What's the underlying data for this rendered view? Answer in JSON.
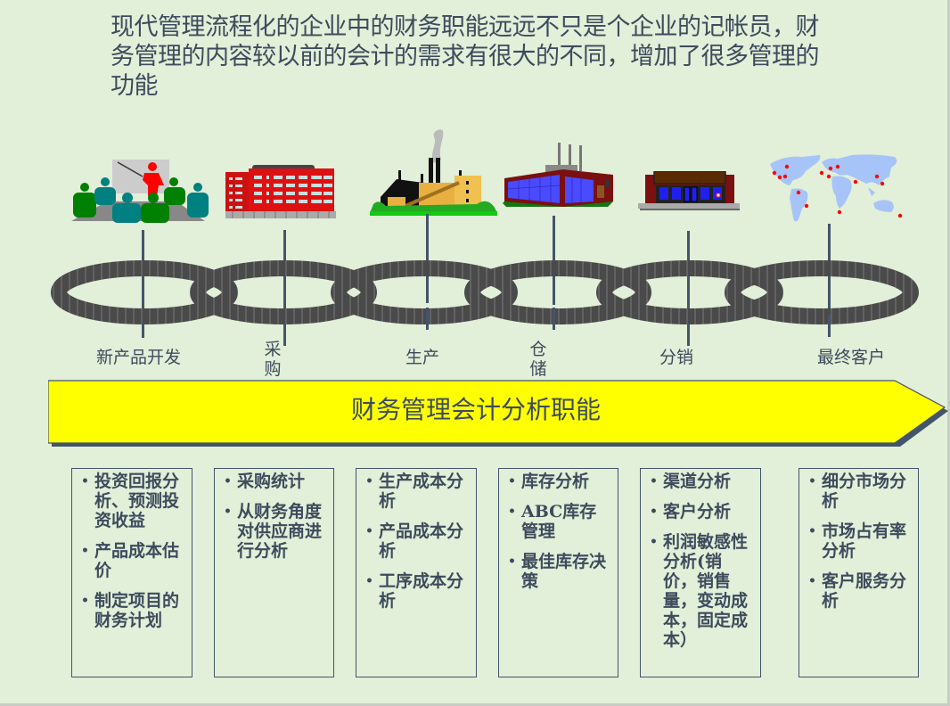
{
  "slide": {
    "title": "现代管理流程化的企业中的财务职能远远不只是个企业的记帐员，财务管理的内容较以前的会计的需求有很大的不同，增加了很多管理的功能",
    "background_color": "#e2efd9",
    "text_color": "#3d4b5c"
  },
  "value_chain": {
    "stages": [
      {
        "label": "新产品开发",
        "icon": "presentation-meeting-icon"
      },
      {
        "label": "采购",
        "icon": "office-building-icon"
      },
      {
        "label": "生产",
        "icon": "factory-smokestack-icon"
      },
      {
        "label": "仓储",
        "icon": "warehouse-icon"
      },
      {
        "label": "分销",
        "icon": "storefront-icon"
      },
      {
        "label": "最终客户",
        "icon": "world-map-icon"
      }
    ],
    "chain_color": "#4a4a4a"
  },
  "banner": {
    "label": "财务管理会计分析职能",
    "fill_color": "#ffff00",
    "shadow_color": "#44546a"
  },
  "functions": [
    {
      "stage": "新产品开发",
      "items": [
        "投资回报分析、预测投资收益",
        "产品成本估价",
        "制定项目的财务计划"
      ]
    },
    {
      "stage": "采购",
      "items": [
        "采购统计",
        "从财务角度对供应商进行分析"
      ]
    },
    {
      "stage": "生产",
      "items": [
        "生产成本分析",
        "产品成本分析",
        "工序成本分析"
      ]
    },
    {
      "stage": "仓储",
      "items": [
        "库存分析",
        "ABC库存管理",
        "最佳库存决策"
      ]
    },
    {
      "stage": "分销",
      "items": [
        "渠道分析",
        "客户分析",
        "利润敏感性分析(销价，销售量，变动成本，固定成本）"
      ]
    },
    {
      "stage": "最终客户",
      "items": [
        "细分市场分析",
        "市场占有率分析",
        "客户服务分析"
      ]
    }
  ]
}
